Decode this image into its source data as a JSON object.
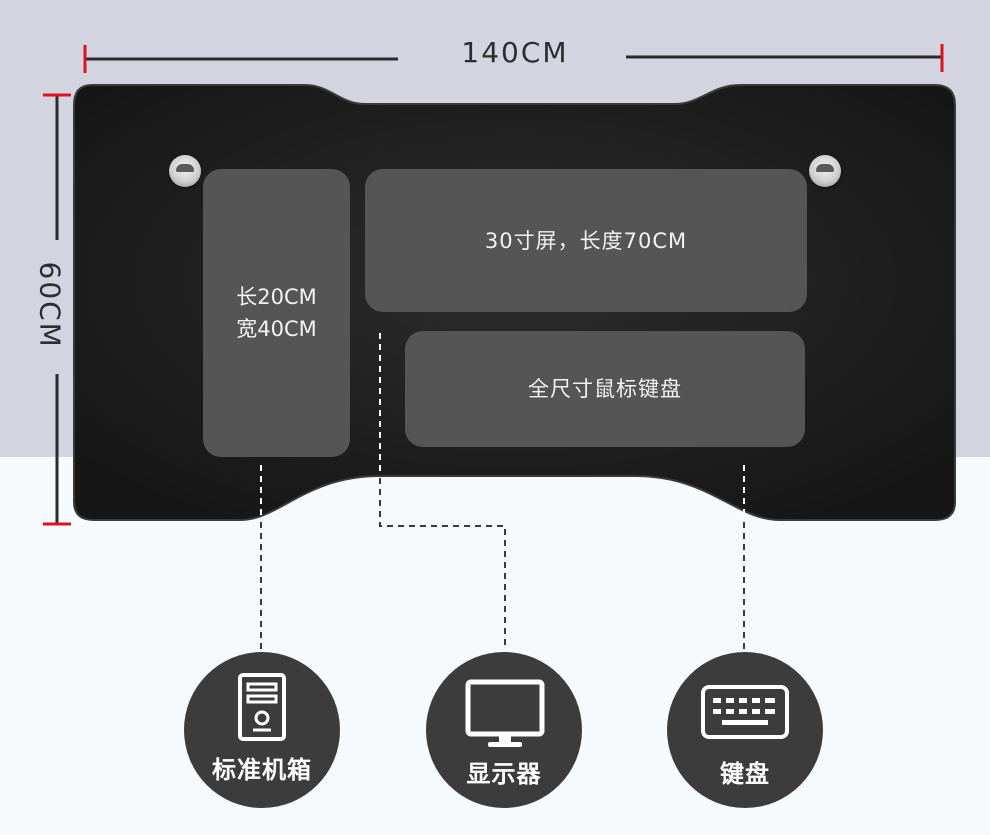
{
  "dimensions": {
    "width_label": "140CM",
    "height_label": "60CM",
    "marker_color": "#e01020"
  },
  "zones": {
    "case": {
      "line1": "长20CM",
      "line2": "宽40CM"
    },
    "monitor": {
      "label": "30寸屏，长度70CM"
    },
    "keyboard": {
      "label": "全尺寸鼠标键盘"
    }
  },
  "items": [
    {
      "label": "标准机箱",
      "icon": "pc-case-icon"
    },
    {
      "label": "显示器",
      "icon": "monitor-icon"
    },
    {
      "label": "键盘",
      "icon": "keyboard-icon"
    }
  ],
  "colors": {
    "desk": "#232323",
    "zone": "#555555",
    "circle": "#3c3c3c",
    "top_background": "#d3d4df",
    "bottom_background": "#f6fafd"
  }
}
